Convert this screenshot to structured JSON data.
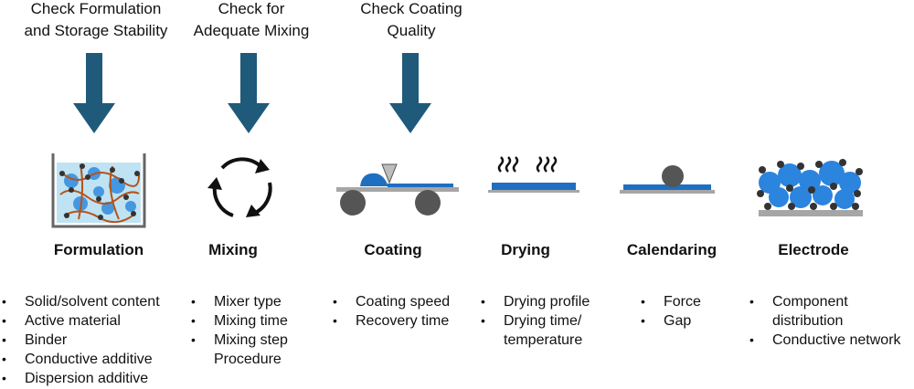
{
  "checks": [
    {
      "text": "Check Formulation\nand Storage Stability"
    },
    {
      "text": "Check for\nAdequate Mixing"
    },
    {
      "text": "Check Coating\nQuality"
    }
  ],
  "stages": [
    {
      "title": "Formulation",
      "items": [
        "Solid/solvent content",
        "Active material",
        "Binder",
        "Conductive additive",
        "Dispersion additive"
      ]
    },
    {
      "title": "Mixing",
      "items": [
        "Mixer type",
        "Mixing time",
        "Mixing step",
        "Procedure"
      ]
    },
    {
      "title": "Coating",
      "items": [
        "Coating speed",
        "Recovery time"
      ]
    },
    {
      "title": "Drying",
      "items": [
        "Drying profile",
        "Drying time/",
        "temperature"
      ]
    },
    {
      "title": "Calendaring",
      "items": [
        "Force",
        "Gap"
      ]
    },
    {
      "title": "Electrode",
      "items": [
        "Component",
        "distribution",
        "Conductive network"
      ]
    }
  ],
  "colors": {
    "arrow": "#1f5a7a",
    "blue": "#1f6fc0",
    "gray": "#9a9a9a"
  }
}
